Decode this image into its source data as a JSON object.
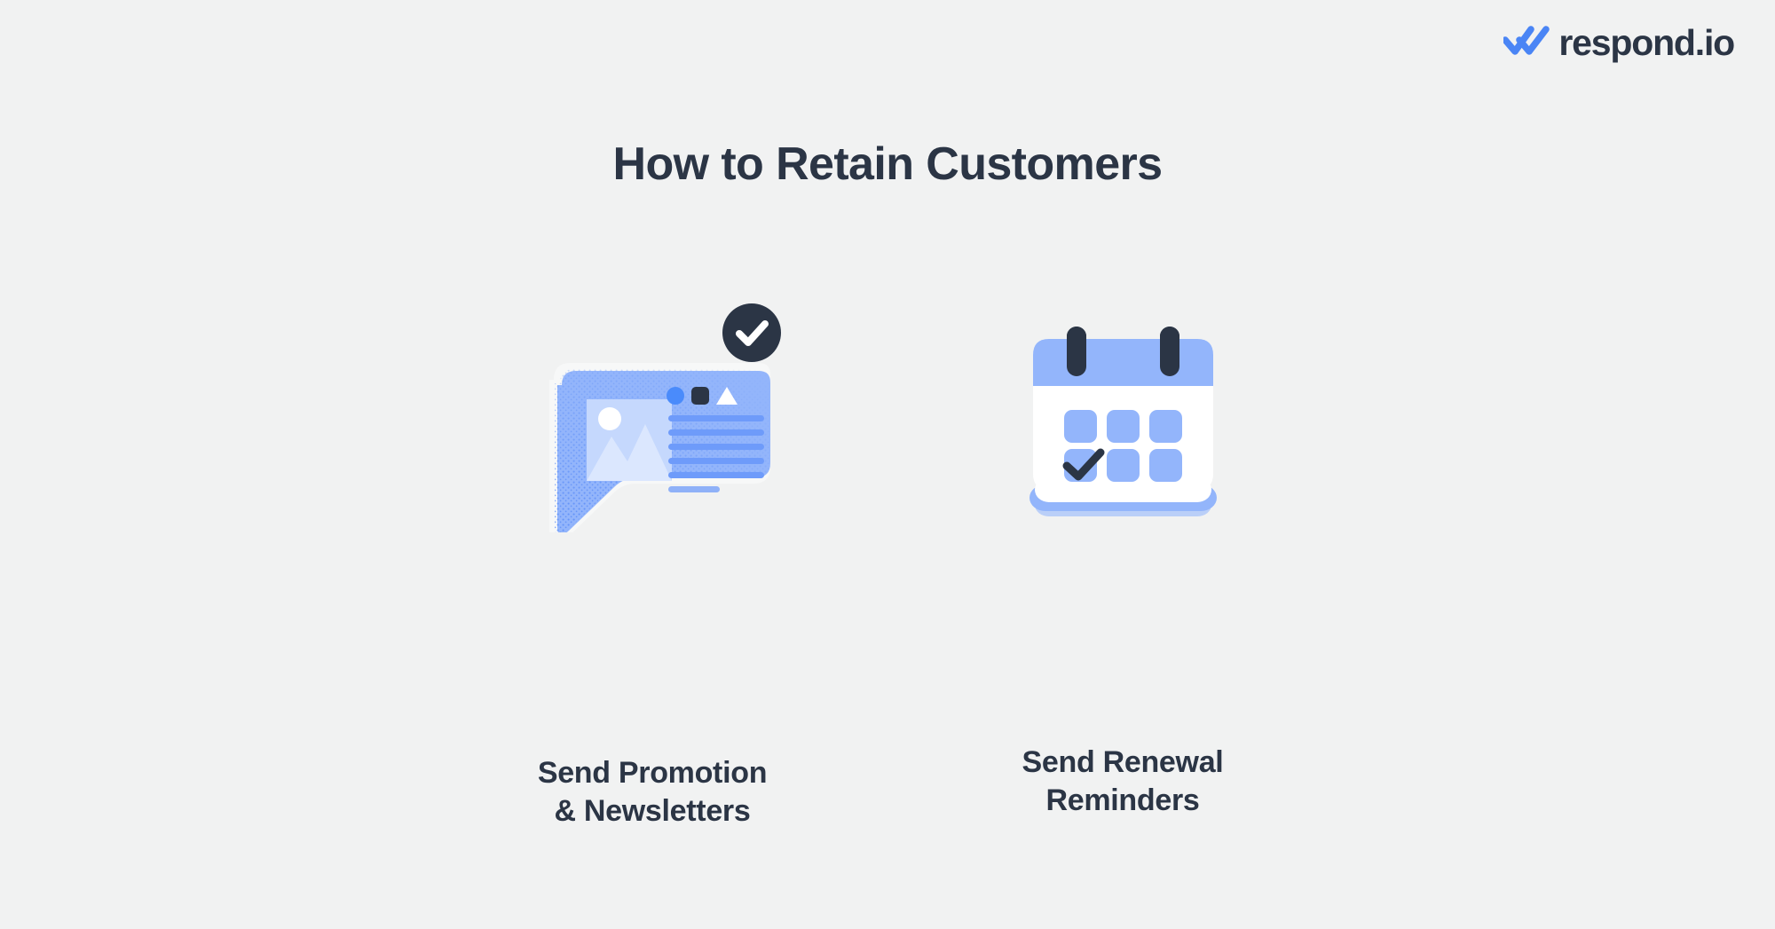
{
  "page": {
    "background_color": "#f1f2f2",
    "title": "How to Retain Customers",
    "text_color": "#2b3545"
  },
  "brand": {
    "name": "respond.io",
    "logo_icon": "double-check-icon",
    "logo_color": "#4a85f5",
    "wordmark_color": "#2b3545"
  },
  "cards": [
    {
      "icon": "chat-bubble-message-icon",
      "badge_icon": "check-badge-icon",
      "label": "Send Promotion\n& Newsletters",
      "colors": {
        "bubble": "#93b5fb",
        "bubble_outline": "#f7f8f8",
        "image_placeholder": "#c5d8fd",
        "mountains": "#dbe7fe",
        "sun": "#ffffff",
        "text_lines": "#6e9bfa",
        "shape_circle": "#4a8bfb",
        "shape_square": "#2b3545",
        "shape_triangle": "#ffffff",
        "badge_bg": "#2b3545",
        "badge_check": "#ffffff"
      }
    },
    {
      "icon": "calendar-check-icon",
      "label": "Send Renewal\nReminders",
      "colors": {
        "header_band": "#93b5fb",
        "body": "#ffffff",
        "pegs": "#2b3545",
        "day_cells": "#93b5fb",
        "check": "#2b3545",
        "page_layers": "#93b5fb"
      }
    }
  ]
}
